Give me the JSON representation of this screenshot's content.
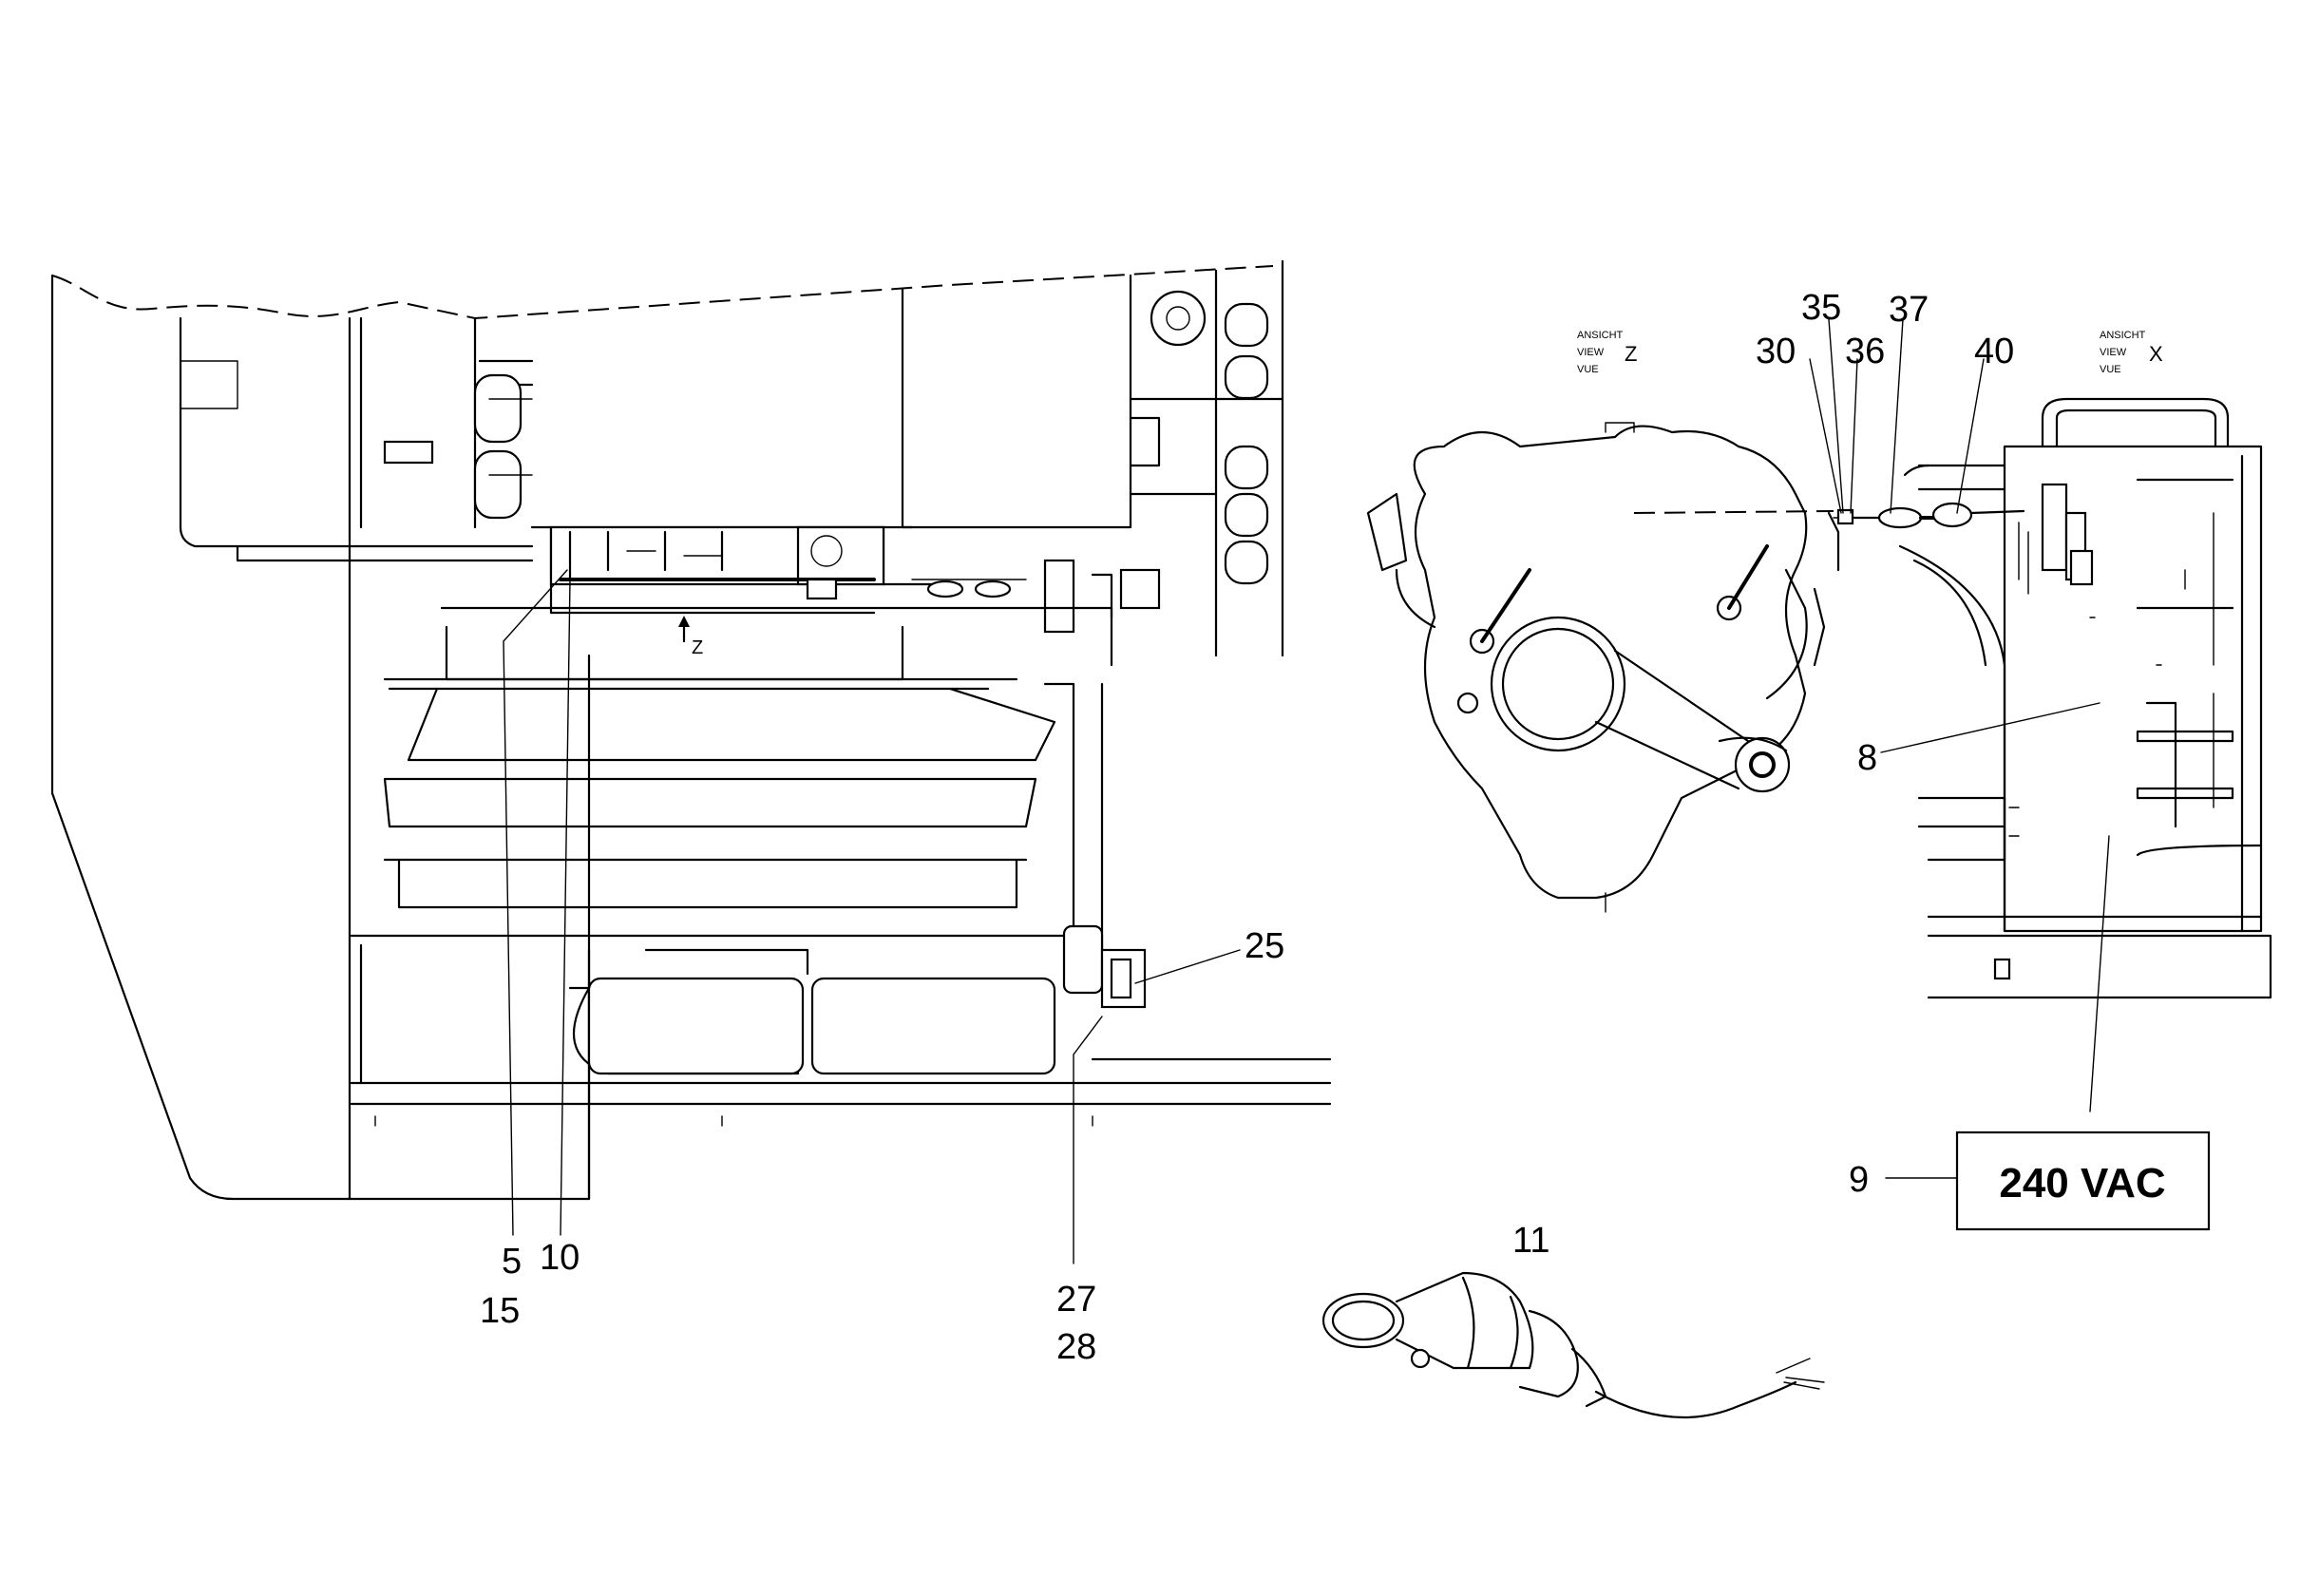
{
  "callouts": {
    "c5": "5",
    "c15": "15",
    "c10": "10",
    "c25": "25",
    "c27": "27",
    "c28": "28",
    "c11": "11",
    "c9": "9",
    "c8": "8",
    "c30": "30",
    "c35": "35",
    "c36": "36",
    "c37": "37",
    "c40": "40"
  },
  "voltage_label": "240 VAC",
  "view_z": {
    "line1": "ANSICHT",
    "line2": "VIEW",
    "line3": "VUE",
    "letter": "Z"
  },
  "view_x": {
    "line1": "ANSICHT",
    "line2": "VIEW",
    "line3": "VUE",
    "letter": "X"
  },
  "z_arrow_label": "Z"
}
